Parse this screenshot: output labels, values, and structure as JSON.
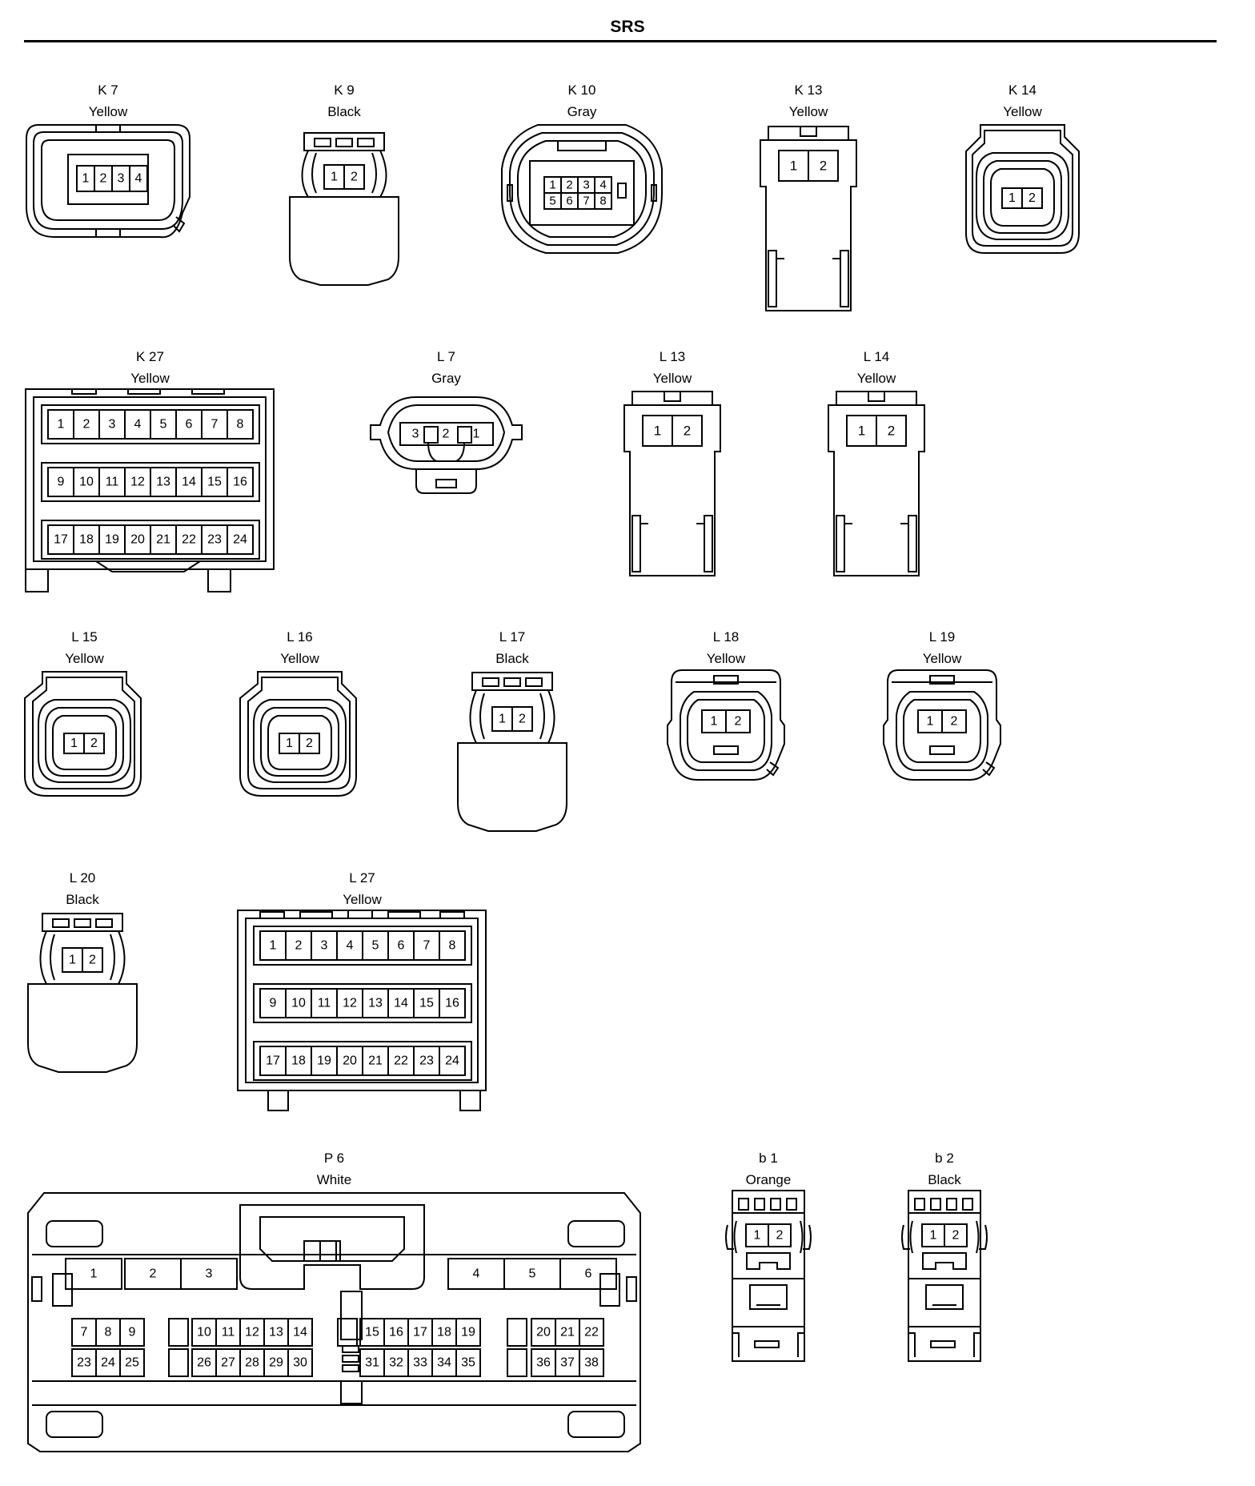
{
  "title": "SRS",
  "connectors": {
    "K7": {
      "name": "K 7",
      "color": "Yellow",
      "pins": [
        "1",
        "2",
        "3",
        "4"
      ]
    },
    "K9": {
      "name": "K 9",
      "color": "Black",
      "pins": [
        "1",
        "2"
      ]
    },
    "K10": {
      "name": "K 10",
      "color": "Gray",
      "pins": [
        "1",
        "2",
        "3",
        "4",
        "5",
        "6",
        "7",
        "8"
      ]
    },
    "K13": {
      "name": "K 13",
      "color": "Yellow",
      "pins": [
        "1",
        "2"
      ]
    },
    "K14": {
      "name": "K 14",
      "color": "Yellow",
      "pins": [
        "1",
        "2"
      ]
    },
    "K27": {
      "name": "K 27",
      "color": "Yellow",
      "pins": [
        "1",
        "2",
        "3",
        "4",
        "5",
        "6",
        "7",
        "8",
        "9",
        "10",
        "11",
        "12",
        "13",
        "14",
        "15",
        "16",
        "17",
        "18",
        "19",
        "20",
        "21",
        "22",
        "23",
        "24"
      ]
    },
    "L7": {
      "name": "L 7",
      "color": "Gray",
      "pins": [
        "3",
        "2",
        "1"
      ]
    },
    "L13": {
      "name": "L 13",
      "color": "Yellow",
      "pins": [
        "1",
        "2"
      ]
    },
    "L14": {
      "name": "L 14",
      "color": "Yellow",
      "pins": [
        "1",
        "2"
      ]
    },
    "L15": {
      "name": "L 15",
      "color": "Yellow",
      "pins": [
        "1",
        "2"
      ]
    },
    "L16": {
      "name": "L 16",
      "color": "Yellow",
      "pins": [
        "1",
        "2"
      ]
    },
    "L17": {
      "name": "L 17",
      "color": "Black",
      "pins": [
        "1",
        "2"
      ]
    },
    "L18": {
      "name": "L 18",
      "color": "Yellow",
      "pins": [
        "1",
        "2"
      ]
    },
    "L19": {
      "name": "L 19",
      "color": "Yellow",
      "pins": [
        "1",
        "2"
      ]
    },
    "L20": {
      "name": "L 20",
      "color": "Black",
      "pins": [
        "1",
        "2"
      ]
    },
    "L27": {
      "name": "L 27",
      "color": "Yellow",
      "pins": [
        "1",
        "2",
        "3",
        "4",
        "5",
        "6",
        "7",
        "8",
        "9",
        "10",
        "11",
        "12",
        "13",
        "14",
        "15",
        "16",
        "17",
        "18",
        "19",
        "20",
        "21",
        "22",
        "23",
        "24"
      ]
    },
    "P6": {
      "name": "P 6",
      "color": "White",
      "pins": [
        "1",
        "2",
        "3",
        "4",
        "5",
        "6",
        "7",
        "8",
        "9",
        "10",
        "11",
        "12",
        "13",
        "14",
        "15",
        "16",
        "17",
        "18",
        "19",
        "20",
        "21",
        "22",
        "23",
        "24",
        "25",
        "26",
        "27",
        "28",
        "29",
        "30",
        "31",
        "32",
        "33",
        "34",
        "35",
        "36",
        "37",
        "38"
      ]
    },
    "b1": {
      "name": "b 1",
      "color": "Orange",
      "pins": [
        "1",
        "2"
      ]
    },
    "b2": {
      "name": "b 2",
      "color": "Black",
      "pins": [
        "1",
        "2"
      ]
    }
  }
}
